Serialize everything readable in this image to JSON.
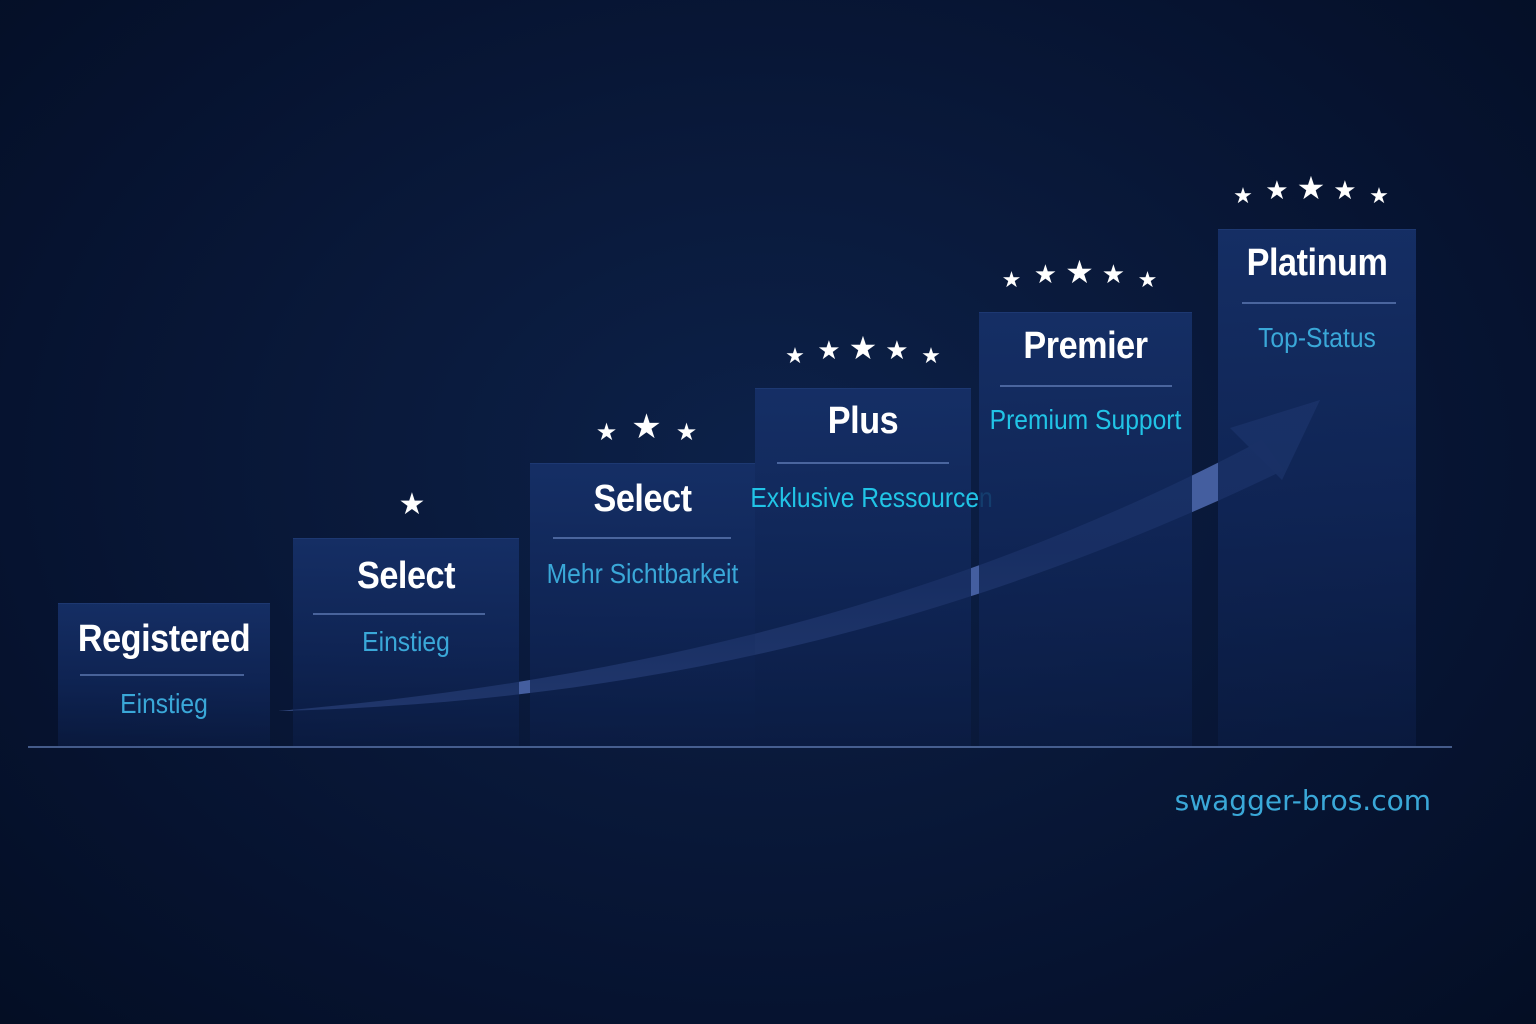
{
  "diagram": {
    "steps": [
      {
        "title": "Registered",
        "subtitle": "Einstieg",
        "stars": 0
      },
      {
        "title": "Select",
        "subtitle": "Einstieg",
        "stars": 1
      },
      {
        "title": "Select",
        "subtitle": "Mehr Sichtbarkeit",
        "stars": 3
      },
      {
        "title": "Plus",
        "subtitle": "Exklusive Ressourcen",
        "stars": 5
      },
      {
        "title": "Premier",
        "subtitle": "Premium Support",
        "stars": 5
      },
      {
        "title": "Platinum",
        "subtitle": "Top-Status",
        "stars": 5
      }
    ]
  },
  "footer": {
    "url": "swagger-bros.com"
  },
  "colors": {
    "background": "#07152f",
    "step_fill": "#163068",
    "title_text": "#ffffff",
    "subtitle_muted": "#3aa8d8",
    "subtitle_bright": "#21c4e6",
    "arrow": "#4a64a8",
    "star": "#ffffff"
  },
  "icons": {
    "rating": "star-icon",
    "progress": "growth-arrow-icon"
  }
}
